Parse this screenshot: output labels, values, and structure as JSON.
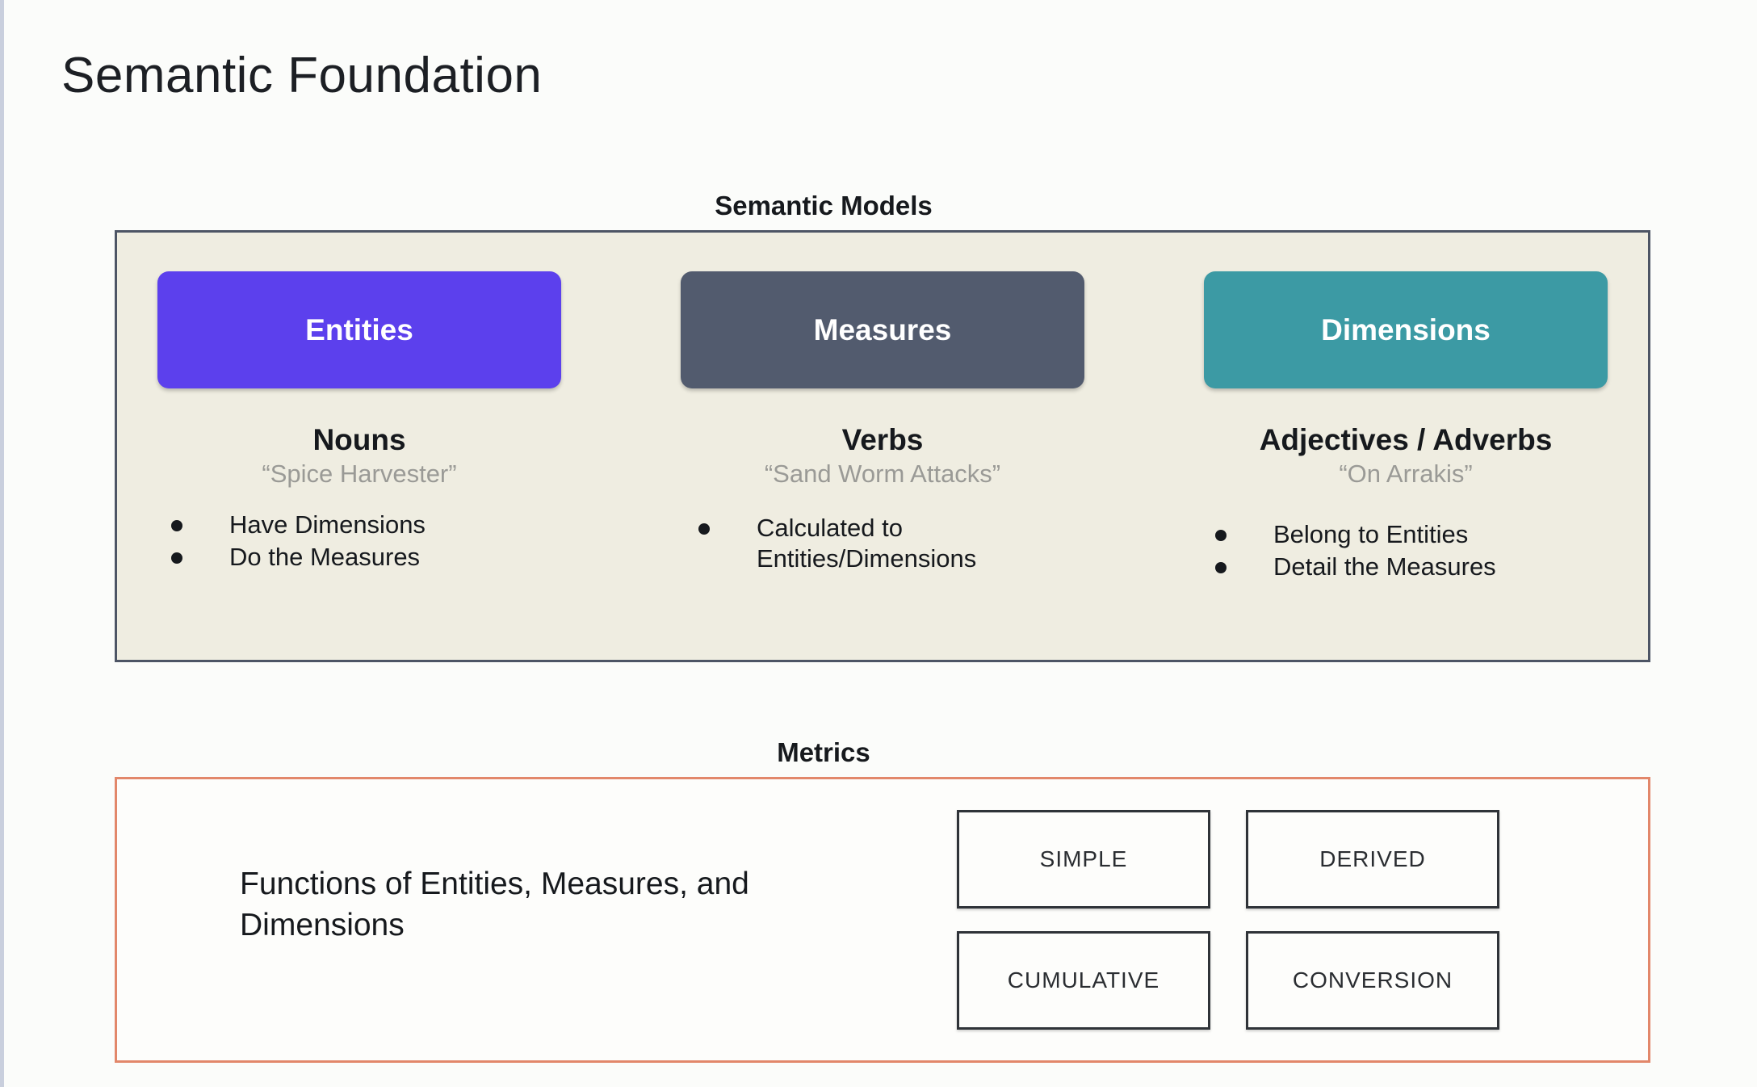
{
  "slide": {
    "title": "Semantic Foundation"
  },
  "semantic_models": {
    "header": "Semantic Models",
    "panel_bg": "#efede1",
    "panel_border": "#4d5565",
    "columns": [
      {
        "chip_label": "Entities",
        "chip_color": "#5c40ed",
        "kind": "Nouns",
        "example": "“Spice Harvester”",
        "bullets": [
          "Have Dimensions",
          "Do the Measures"
        ]
      },
      {
        "chip_label": "Measures",
        "chip_color": "#525b6e",
        "kind": "Verbs",
        "example": "“Sand Worm Attacks”",
        "bullets": [
          "Calculated to Entities/Dimensions"
        ]
      },
      {
        "chip_label": "Dimensions",
        "chip_color": "#3c9aa4",
        "kind": "Adjectives / Adverbs",
        "example": "“On Arrakis”",
        "bullets": [
          "Belong to Entities",
          "Detail the Measures"
        ]
      }
    ]
  },
  "metrics": {
    "header": "Metrics",
    "panel_border": "#e2876a",
    "description": "Functions of Entities, Measures, and Dimensions",
    "types": [
      "SIMPLE",
      "DERIVED",
      "CUMULATIVE",
      "CONVERSION"
    ]
  }
}
